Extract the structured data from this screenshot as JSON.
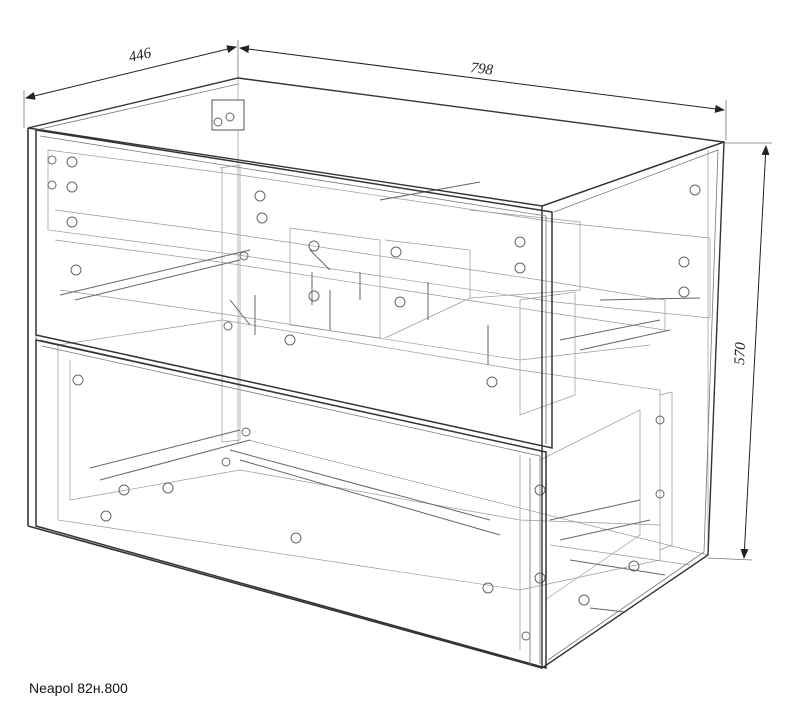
{
  "dimensions": {
    "depth": "446",
    "width": "798",
    "height": "570"
  },
  "caption": "Neapol  82н.800",
  "colors": {
    "stroke": "#333333",
    "hidden": "#888888",
    "background": "#ffffff"
  }
}
